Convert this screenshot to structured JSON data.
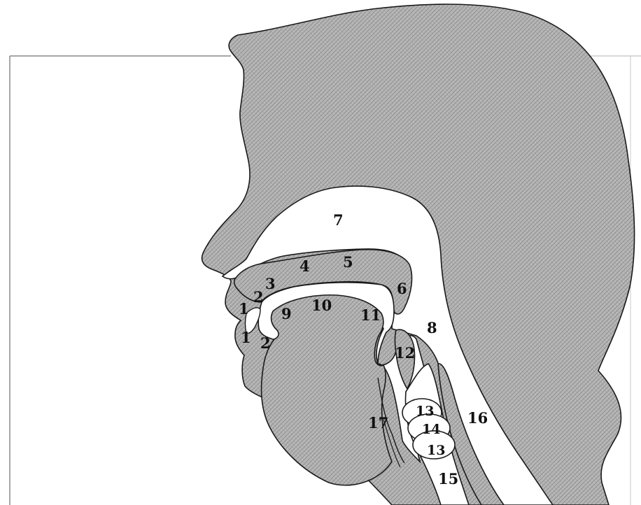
{
  "diagram": {
    "colors": {
      "tissue_fill": "#b4b4b4",
      "tissue_pattern": "#8c8c8c",
      "outline": "#1a1a1a",
      "air": "#ffffff",
      "frame": "#8a8a8a"
    },
    "labels": {
      "l1_upper": "1",
      "l1_lower": "1",
      "l2_upper": "2",
      "l2_lower": "2",
      "l3": "3",
      "l4": "4",
      "l5": "5",
      "l6": "6",
      "l7": "7",
      "l8": "8",
      "l9": "9",
      "l10": "10",
      "l11": "11",
      "l12": "12",
      "l13_upper": "13",
      "l13_lower": "13",
      "l14": "14",
      "l15": "15",
      "l16": "16",
      "l17": "17"
    }
  }
}
